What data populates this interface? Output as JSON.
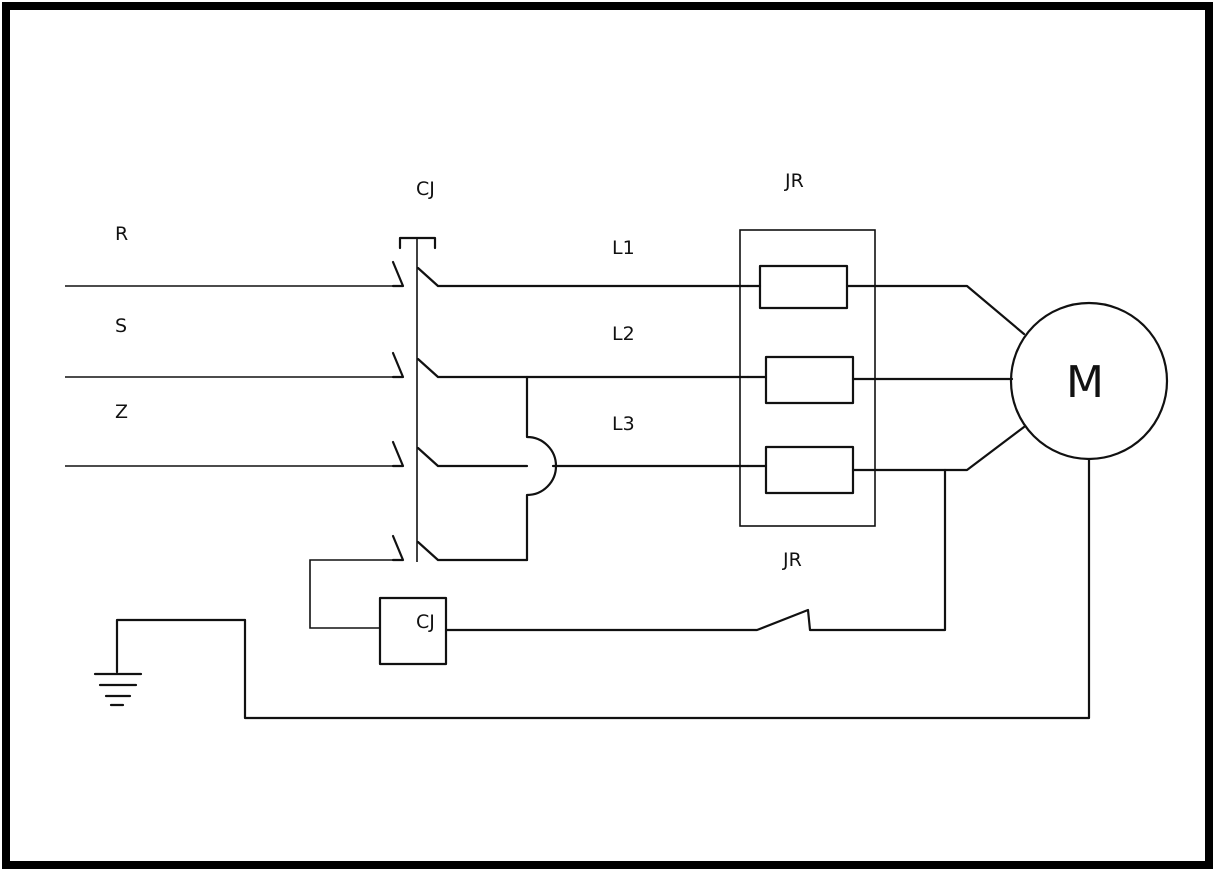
{
  "labels": {
    "line_r": "R",
    "line_s": "S",
    "line_z": "Z",
    "contactor_top": "CJ",
    "relay_top": "JR",
    "l1": "L1",
    "l2": "L2",
    "l3": "L3",
    "relay_contact": "JR",
    "coil": "CJ",
    "motor": "M"
  },
  "symbols": {
    "ground": "ground-icon",
    "motor": "motor-icon",
    "coil": "coil-icon",
    "heater": "heater-icon",
    "switch": "switch-icon"
  },
  "colors": {
    "line": "#111111",
    "frame": "#000000",
    "background": "#ffffff"
  }
}
